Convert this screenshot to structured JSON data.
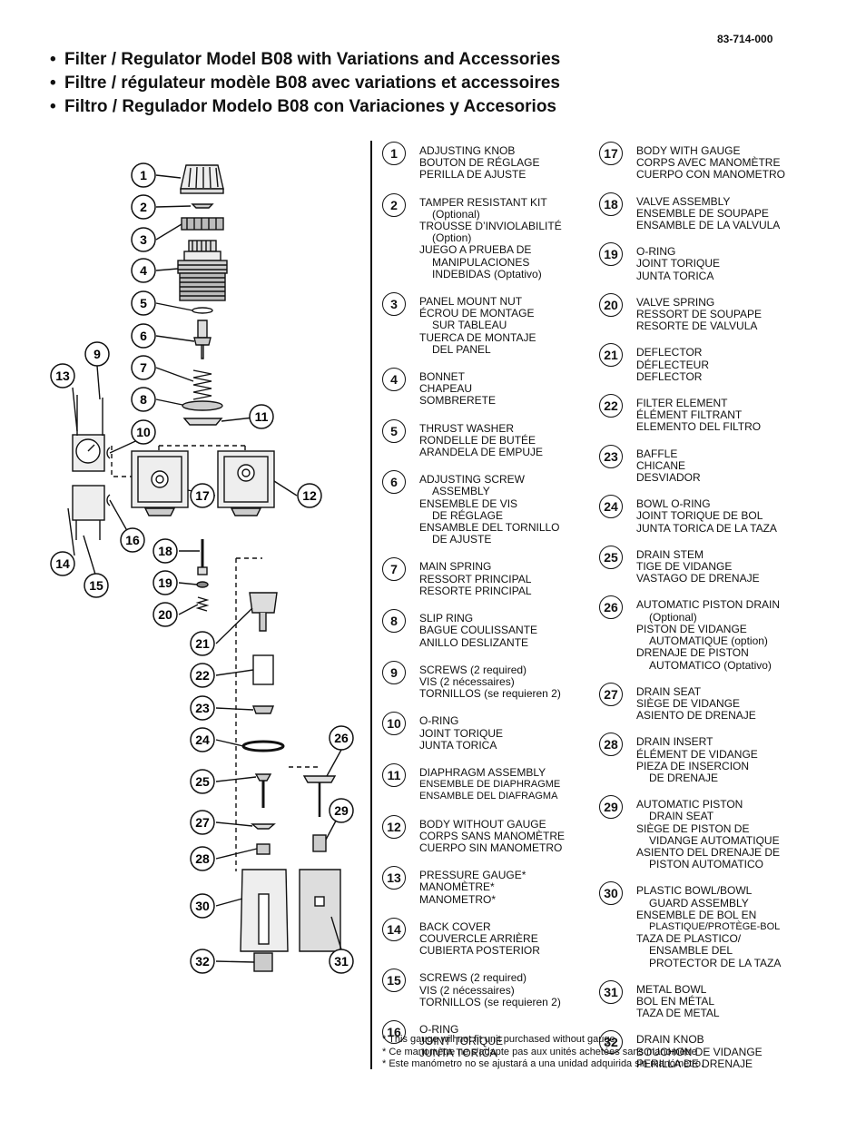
{
  "doc_number": "83-714-000",
  "titles": [
    "Filter / Regulator Model B08 with Variations and Accessories",
    "Filtre / régulateur modèle B08 avec variations et accessoires",
    "Filtro / Regulador Modelo B08 con Variaciones y Accesorios"
  ],
  "bullet": "•",
  "parts_left": [
    {
      "num": "1",
      "lines": [
        {
          "t": "ADJUSTING KNOB"
        },
        {
          "t": "BOUTON DE RÉGLAGE"
        },
        {
          "t": "PERILLA DE AJUSTE"
        }
      ]
    },
    {
      "num": "2",
      "lines": [
        {
          "t": "TAMPER RESISTANT KIT"
        },
        {
          "t": "(Optional)",
          "i": true
        },
        {
          "t": "TROUSSE D’INVIOLABILITÉ"
        },
        {
          "t": "(Option)",
          "i": true
        },
        {
          "t": "JUEGO A PRUEBA DE"
        },
        {
          "t": "MANIPULACIONES",
          "i": true
        },
        {
          "t": "INDEBIDAS (Optativo)",
          "i": true
        }
      ]
    },
    {
      "num": "3",
      "lines": [
        {
          "t": "PANEL MOUNT NUT"
        },
        {
          "t": "ÉCROU DE MONTAGE"
        },
        {
          "t": "SUR TABLEAU",
          "i": true
        },
        {
          "t": "TUERCA DE MONTAJE"
        },
        {
          "t": "DEL PANEL",
          "i": true
        }
      ]
    },
    {
      "num": "4",
      "lines": [
        {
          "t": "BONNET"
        },
        {
          "t": "CHAPEAU"
        },
        {
          "t": "SOMBRERETE"
        }
      ]
    },
    {
      "num": "5",
      "lines": [
        {
          "t": "THRUST WASHER"
        },
        {
          "t": "RONDELLE DE BUTÉE"
        },
        {
          "t": "ARANDELA DE EMPUJE"
        }
      ]
    },
    {
      "num": "6",
      "lines": [
        {
          "t": "ADJUSTING SCREW"
        },
        {
          "t": "ASSEMBLY",
          "i": true
        },
        {
          "t": "ENSEMBLE DE VIS"
        },
        {
          "t": "DE RÉGLAGE",
          "i": true
        },
        {
          "t": "ENSAMBLE DEL TORNILLO"
        },
        {
          "t": "DE AJUSTE",
          "i": true
        }
      ]
    },
    {
      "num": "7",
      "lines": [
        {
          "t": "MAIN SPRING"
        },
        {
          "t": "RESSORT PRINCIPAL"
        },
        {
          "t": "RESORTE PRINCIPAL"
        }
      ]
    },
    {
      "num": "8",
      "lines": [
        {
          "t": "SLIP RING"
        },
        {
          "t": "BAGUE COULISSANTE"
        },
        {
          "t": "ANILLO DESLIZANTE"
        }
      ]
    },
    {
      "num": "9",
      "lines": [
        {
          "t": "SCREWS (2 required)"
        },
        {
          "t": "VIS (2 nécessaires)"
        },
        {
          "t": "TORNILLOS (se requieren 2)"
        }
      ]
    },
    {
      "num": "10",
      "lines": [
        {
          "t": "O-RING"
        },
        {
          "t": "JOINT TORIQUE"
        },
        {
          "t": "JUNTA TORICA"
        }
      ]
    },
    {
      "num": "11",
      "lines": [
        {
          "t": "DIAPHRAGM ASSEMBLY"
        },
        {
          "t": "ENSEMBLE DE DIAPHRAGME",
          "s": true
        },
        {
          "t": "ENSAMBLE DEL DIAFRAGMA",
          "s": true
        }
      ]
    },
    {
      "num": "12",
      "lines": [
        {
          "t": "BODY WITHOUT GAUGE"
        },
        {
          "t": "CORPS SANS MANOMÈTRE"
        },
        {
          "t": "CUERPO SIN MANOMETRO"
        }
      ]
    },
    {
      "num": "13",
      "lines": [
        {
          "t": "PRESSURE GAUGE*"
        },
        {
          "t": "MANOMÈTRE*"
        },
        {
          "t": "MANOMETRO*"
        }
      ]
    },
    {
      "num": "14",
      "lines": [
        {
          "t": "BACK COVER"
        },
        {
          "t": "COUVERCLE ARRIÈRE"
        },
        {
          "t": "CUBIERTA POSTERIOR"
        }
      ]
    },
    {
      "num": "15",
      "lines": [
        {
          "t": "SCREWS (2 required)"
        },
        {
          "t": "VIS (2 nécessaires)"
        },
        {
          "t": "TORNILLOS (se requieren 2)"
        }
      ]
    },
    {
      "num": "16",
      "lines": [
        {
          "t": "O-RING"
        },
        {
          "t": "JOINT TORIQUE"
        },
        {
          "t": "JUNTA TORICA"
        }
      ]
    }
  ],
  "parts_right": [
    {
      "num": "17",
      "lines": [
        {
          "t": "BODY WITH GAUGE"
        },
        {
          "t": "CORPS AVEC MANOMÈTRE"
        },
        {
          "t": "CUERPO CON MANOMETRO"
        }
      ]
    },
    {
      "num": "18",
      "lines": [
        {
          "t": "VALVE ASSEMBLY"
        },
        {
          "t": "ENSEMBLE DE SOUPAPE"
        },
        {
          "t": "ENSAMBLE DE LA VALVULA"
        }
      ]
    },
    {
      "num": "19",
      "lines": [
        {
          "t": "O-RING"
        },
        {
          "t": "JOINT TORIQUE"
        },
        {
          "t": "JUNTA TORICA"
        }
      ]
    },
    {
      "num": "20",
      "lines": [
        {
          "t": "VALVE SPRING"
        },
        {
          "t": "RESSORT DE SOUPAPE"
        },
        {
          "t": "RESORTE DE VALVULA"
        }
      ]
    },
    {
      "num": "21",
      "lines": [
        {
          "t": "DEFLECTOR"
        },
        {
          "t": "DÉFLECTEUR"
        },
        {
          "t": "DEFLECTOR"
        }
      ]
    },
    {
      "num": "22",
      "lines": [
        {
          "t": "FILTER ELEMENT"
        },
        {
          "t": "ÉLÉMENT FILTRANT"
        },
        {
          "t": "ELEMENTO DEL FILTRO"
        }
      ]
    },
    {
      "num": "23",
      "lines": [
        {
          "t": "BAFFLE"
        },
        {
          "t": "CHICANE"
        },
        {
          "t": "DESVIADOR"
        }
      ]
    },
    {
      "num": "24",
      "lines": [
        {
          "t": "BOWL O-RING"
        },
        {
          "t": "JOINT TORIQUE DE BOL"
        },
        {
          "t": "JUNTA TORICA DE LA TAZA"
        }
      ]
    },
    {
      "num": "25",
      "lines": [
        {
          "t": "DRAIN STEM"
        },
        {
          "t": "TIGE DE VIDANGE"
        },
        {
          "t": "VASTAGO DE DRENAJE"
        }
      ]
    },
    {
      "num": "26",
      "lines": [
        {
          "t": "AUTOMATIC PISTON DRAIN"
        },
        {
          "t": "(Optional)",
          "i": true
        },
        {
          "t": "PISTON DE VIDANGE"
        },
        {
          "t": "AUTOMATIQUE (option)",
          "i": true
        },
        {
          "t": "DRENAJE DE PISTON"
        },
        {
          "t": "AUTOMATICO  (Optativo)",
          "i": true
        }
      ]
    },
    {
      "num": "27",
      "lines": [
        {
          "t": "DRAIN SEAT"
        },
        {
          "t": "SIÈGE DE VIDANGE"
        },
        {
          "t": "ASIENTO DE DRENAJE"
        }
      ]
    },
    {
      "num": "28",
      "lines": [
        {
          "t": "DRAIN INSERT"
        },
        {
          "t": "ÉLÉMENT DE VIDANGE"
        },
        {
          "t": "PIEZA DE INSERCION"
        },
        {
          "t": "DE DRENAJE",
          "i": true
        }
      ]
    },
    {
      "num": "29",
      "lines": [
        {
          "t": "AUTOMATIC  PISTON"
        },
        {
          "t": "DRAIN SEAT",
          "i": true
        },
        {
          "t": "SIÈGE DE PISTON DE"
        },
        {
          "t": "VIDANGE  AUTOMATIQUE",
          "i": true
        },
        {
          "t": "ASIENTO DEL DRENAJE DE"
        },
        {
          "t": "PISTON  AUTOMATICO",
          "i": true
        }
      ]
    },
    {
      "num": "30",
      "lines": [
        {
          "t": "PLASTIC BOWL/BOWL"
        },
        {
          "t": "GUARD ASSEMBLY",
          "i": true
        },
        {
          "t": "ENSEMBLE DE BOL EN"
        },
        {
          "t": "PLASTIQUE/PROTÈGE-BOL",
          "i": true,
          "s": true
        },
        {
          "t": "TAZA DE PLASTICO/"
        },
        {
          "t": "ENSAMBLE DEL",
          "i": true
        },
        {
          "t": "PROTECTOR DE LA TAZA",
          "i": true
        }
      ]
    },
    {
      "num": "31",
      "lines": [
        {
          "t": "METAL BOWL"
        },
        {
          "t": "BOL EN MÉTAL"
        },
        {
          "t": "TAZA DE METAL"
        }
      ]
    },
    {
      "num": "32",
      "lines": [
        {
          "t": "DRAIN KNOB"
        },
        {
          "t": "BOUCHON DE VIDANGE"
        },
        {
          "t": "PERILLA DE DRENAJE"
        }
      ]
    }
  ],
  "footnotes": [
    "* This gauge will not fit unit purchased without gauge.",
    "* Ce manomètre ne s’adapte pas aux unités achetées sans manomètre",
    "* Este manómetro no se ajustará a una unidad adquirida sin manómetro."
  ],
  "callout_labels": [
    "1",
    "2",
    "3",
    "4",
    "5",
    "6",
    "7",
    "8",
    "9",
    "10",
    "11",
    "12",
    "13",
    "14",
    "15",
    "16",
    "17",
    "18",
    "19",
    "20",
    "21",
    "22",
    "23",
    "24",
    "25",
    "26",
    "27",
    "28",
    "29",
    "30",
    "31",
    "32"
  ]
}
